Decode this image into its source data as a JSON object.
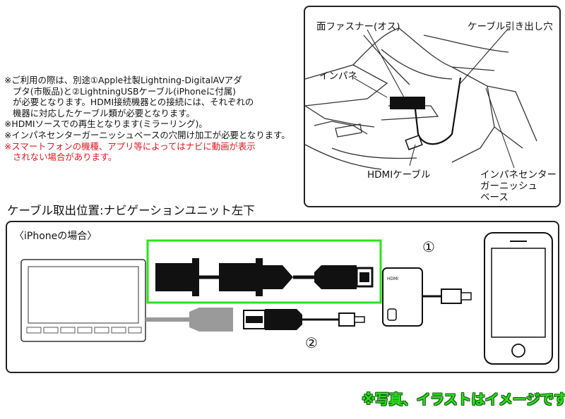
{
  "notes": [
    {
      "text": "※ご利用の際は、別途①Apple社製Lightning-DigitalAVアダ",
      "red": false,
      "indent": false
    },
    {
      "text": "プタ(市販品)と②LightningUSBケーブル(iPhoneに付属)",
      "red": false,
      "indent": true
    },
    {
      "text": "が必要となります。HDMI接続機器との接続には、それぞれの",
      "red": false,
      "indent": true
    },
    {
      "text": "機器に対応したケーブル類が必要となります。",
      "red": false,
      "indent": true
    },
    {
      "text": "※HDMIソースでの再生となります(ミラーリング)。",
      "red": false,
      "indent": false
    },
    {
      "text": "※インパネセンターガーニッシュベースの穴開け加工が必要となります。",
      "red": false,
      "indent": false
    },
    {
      "text": "※スマートフォンの機種、アプリ等によってはナビに動画が表示",
      "red": true,
      "indent": false
    },
    {
      "text": "されない場合があります。",
      "red": true,
      "indent": true
    }
  ],
  "inset": {
    "fastener_label": "面ファスナー(オス)",
    "cable_hole_label": "ケーブル引き出し穴",
    "inpane_label": "インパネ",
    "hdmi_cable_label": "HDMIケーブル",
    "garnish_label_1": "インパネセンター",
    "garnish_label_2": "ガーニッシュ",
    "garnish_label_3": "ベース"
  },
  "position_title": "ケーブル取出位置:ナビゲーションユニット左下",
  "connection": {
    "title": "〈iPhoneの場合〉",
    "num1": "①",
    "num2": "②",
    "adapter_text": "HDMI"
  },
  "disclaimer": "※写真、イラストはイメージです。",
  "colors": {
    "highlight_box": "#2ce11c",
    "warning_text": "#e0141e",
    "disclaimer": "#2ce11c"
  }
}
